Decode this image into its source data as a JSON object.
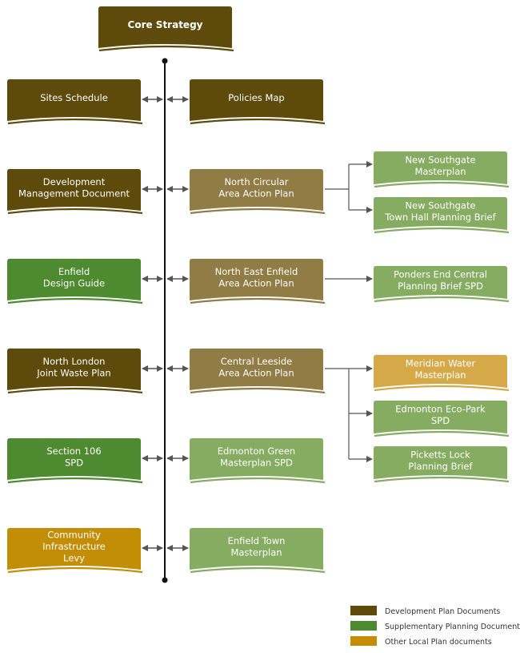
{
  "colors": {
    "development_plan": "#5e4b0c",
    "supplementary": "#4e8a30",
    "other_local": "#c48d06",
    "action_plan": "#927c45",
    "masterplan": "#86ac62",
    "meridian": "#d6a948",
    "connector": "#555555",
    "spine": "#111111"
  },
  "nodes": [
    {
      "id": "core-strategy",
      "lines": [
        "Core Strategy"
      ],
      "style": "development_plan",
      "bold": true
    },
    {
      "id": "sites-schedule",
      "lines": [
        "Sites Schedule"
      ],
      "style": "development_plan"
    },
    {
      "id": "policies-map",
      "lines": [
        "Policies Map"
      ],
      "style": "development_plan"
    },
    {
      "id": "development-management-document",
      "lines": [
        "Development",
        "Management Document"
      ],
      "style": "development_plan"
    },
    {
      "id": "north-circular-aap",
      "lines": [
        "North Circular",
        "Area Action Plan"
      ],
      "style": "action_plan"
    },
    {
      "id": "new-southgate-masterplan",
      "lines": [
        "New Southgate",
        "Masterplan"
      ],
      "style": "masterplan"
    },
    {
      "id": "new-southgate-town-hall-brief",
      "lines": [
        "New Southgate",
        "Town Hall Planning Brief"
      ],
      "style": "masterplan"
    },
    {
      "id": "enfield-design-guide",
      "lines": [
        "Enfield",
        "Design Guide"
      ],
      "style": "supplementary"
    },
    {
      "id": "north-east-enfield-aap",
      "lines": [
        "North East Enfield",
        "Area Action Plan"
      ],
      "style": "action_plan"
    },
    {
      "id": "ponders-end-central-brief",
      "lines": [
        "Ponders End Central",
        "Planning Brief SPD"
      ],
      "style": "masterplan"
    },
    {
      "id": "north-london-joint-waste-plan",
      "lines": [
        "North London",
        "Joint Waste Plan"
      ],
      "style": "development_plan"
    },
    {
      "id": "central-leeside-aap",
      "lines": [
        "Central Leeside",
        "Area Action Plan"
      ],
      "style": "action_plan"
    },
    {
      "id": "meridian-water-masterplan",
      "lines": [
        "Meridian Water",
        "Masterplan"
      ],
      "style": "meridian"
    },
    {
      "id": "edmonton-eco-park-spd",
      "lines": [
        "Edmonton Eco-Park",
        "SPD"
      ],
      "style": "masterplan"
    },
    {
      "id": "picketts-lock-brief",
      "lines": [
        "Picketts Lock",
        "Planning Brief"
      ],
      "style": "masterplan"
    },
    {
      "id": "section-106-spd",
      "lines": [
        "Section 106",
        "SPD"
      ],
      "style": "supplementary"
    },
    {
      "id": "edmonton-green-masterplan-spd",
      "lines": [
        "Edmonton Green",
        "Masterplan SPD"
      ],
      "style": "masterplan"
    },
    {
      "id": "community-infrastructure-levy",
      "lines": [
        "Community",
        "Infrastructure",
        "Levy"
      ],
      "style": "other_local"
    },
    {
      "id": "enfield-town-masterplan",
      "lines": [
        "Enfield Town",
        "Masterplan"
      ],
      "style": "masterplan"
    }
  ],
  "legend": [
    {
      "label": "Development Plan Documents",
      "style": "development_plan"
    },
    {
      "label": "Supplementary Planning Document",
      "style": "supplementary"
    },
    {
      "label": "Other Local Plan documents",
      "style": "other_local"
    }
  ]
}
